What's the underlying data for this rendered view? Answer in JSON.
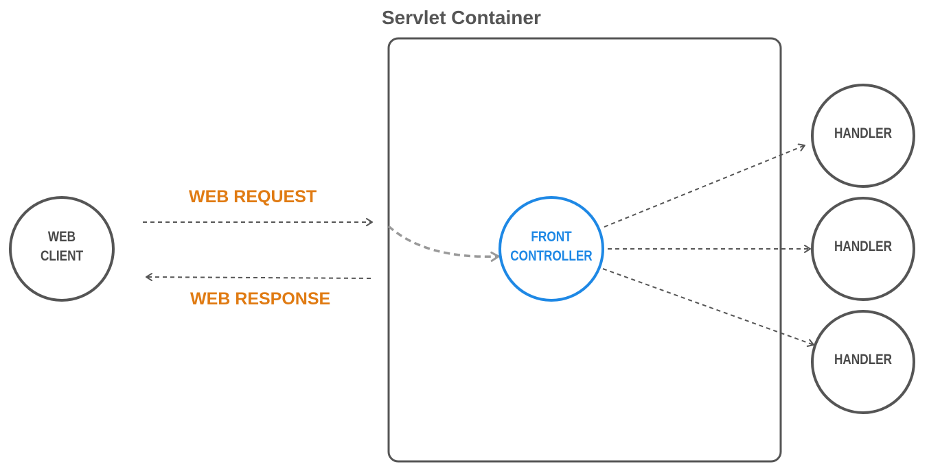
{
  "container": {
    "title": "Servlet Container"
  },
  "nodes": {
    "web_client": {
      "line1": "WEB",
      "line2": "CLIENT"
    },
    "front_controller": {
      "line1": "FRONT",
      "line2": "CONTROLLER"
    },
    "handlers": [
      {
        "label": "HANDLER"
      },
      {
        "label": "HANDLER"
      },
      {
        "label": "HANDLER"
      }
    ]
  },
  "edges": {
    "request_label": "WEB REQUEST",
    "response_label": "WEB RESPONSE"
  },
  "colors": {
    "outline": "#555555",
    "front_controller": "#1e88e5",
    "edge_label": "#e07b13",
    "arrow": "#555555",
    "inner_arrow": "#999999"
  }
}
